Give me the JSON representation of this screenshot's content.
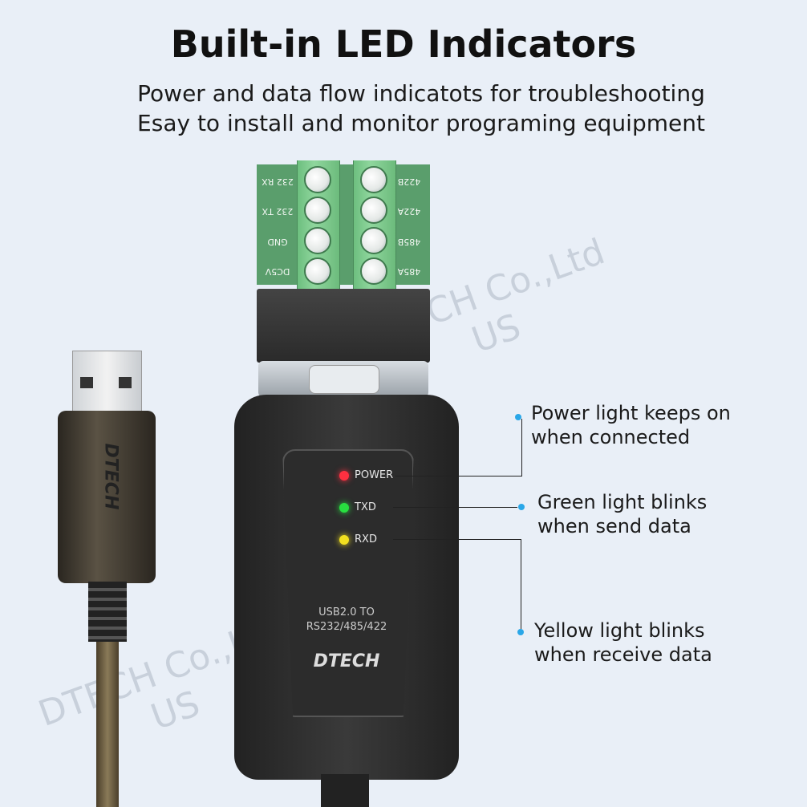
{
  "header": {
    "title": "Built-in LED Indicators",
    "subtitle_1": "Power and data flow indicatots for troubleshooting",
    "subtitle_2": "Esay to install and monitor programing equipment"
  },
  "terminal": {
    "left_labels": [
      "232 RX",
      "232 TX",
      "GND",
      "DC5V"
    ],
    "right_labels": [
      "422B",
      "422A",
      "485B",
      "485A"
    ]
  },
  "device": {
    "leds": [
      {
        "label": "POWER",
        "color": "#ff3040"
      },
      {
        "label": "TXD",
        "color": "#28e040"
      },
      {
        "label": "RXD",
        "color": "#f2e020"
      }
    ],
    "model_line_1": "USB2.0 TO",
    "model_line_2": "RS232/485/422",
    "brand": "DTECH"
  },
  "usb_plug_brand": "DTECH",
  "callouts": [
    {
      "line_1": "Power light keeps on",
      "line_2": "when connected"
    },
    {
      "line_1": "Green light blinks",
      "line_2": "when send data"
    },
    {
      "line_1": "Yellow light blinks",
      "line_2": "when receive data"
    }
  ],
  "watermark": {
    "line_1": "DTECH Co.,Ltd",
    "line_2": "US"
  },
  "colors": {
    "background": "#e9eff7",
    "callout_dot": "#2aa7e8",
    "terminal_green": "#6dbf7f"
  }
}
